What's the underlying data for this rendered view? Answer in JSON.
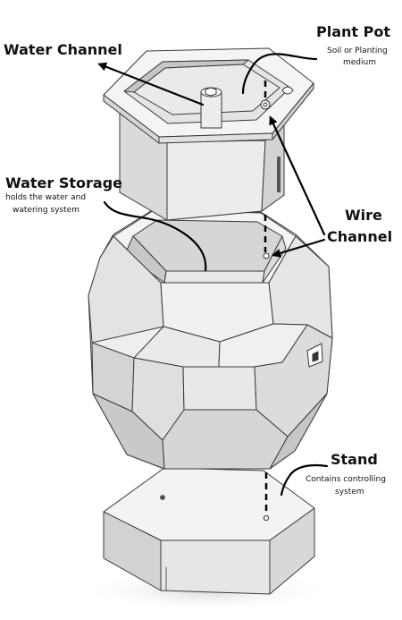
{
  "labels": {
    "water_channel": {
      "title": "Water Channel"
    },
    "plant_pot": {
      "title": "Plant Pot",
      "desc_line1": "Soil or Planting",
      "desc_line2": "medium"
    },
    "water_storage": {
      "title": "Water Storage",
      "desc_line1": "holds the water and",
      "desc_line2": "watering system"
    },
    "wire_channel": {
      "title_line1": "Wire",
      "title_line2": "Channel"
    },
    "stand": {
      "title": "Stand",
      "desc_line1": "Contains controlling",
      "desc_line2": "system"
    }
  },
  "colors": {
    "face_light": "#f0f0f0",
    "face_mid": "#e2e2e2",
    "face_dark": "#cdcdcd",
    "edge": "#3a3a3a",
    "arrow": "#000000"
  }
}
